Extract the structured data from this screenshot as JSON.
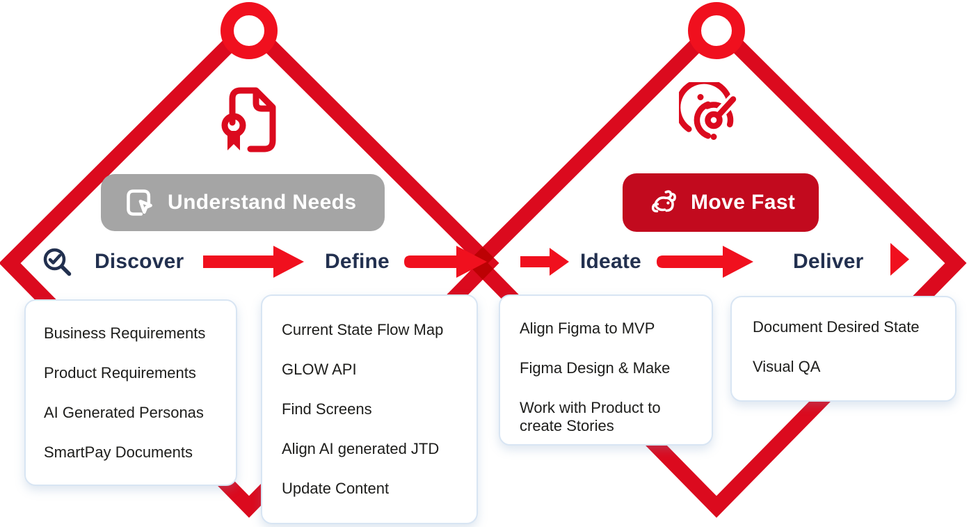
{
  "colors": {
    "red": "#DB0A1E",
    "red_bright": "#F0101E",
    "red_pill": "#C20A1E",
    "gray_pill": "#A5A5A5",
    "navy": "#22304F",
    "card_border": "#D8E5F3",
    "text_dark": "#1D1D1B"
  },
  "left_diamond": {
    "icon": "certificate-document-icon",
    "badge": {
      "icon": "click-select-icon",
      "label": "Understand Needs"
    }
  },
  "right_diamond": {
    "icon": "radar-icon",
    "badge": {
      "icon": "rabbit-icon",
      "label": "Move Fast"
    }
  },
  "stages": [
    {
      "label": "Discover",
      "icon": "search-check-icon"
    },
    {
      "label": "Define"
    },
    {
      "label": "Ideate"
    },
    {
      "label": "Deliver"
    }
  ],
  "cards": [
    {
      "items": [
        "Business Requirements",
        "Product Requirements",
        "AI Generated Personas",
        "SmartPay Documents"
      ]
    },
    {
      "items": [
        "Current State Flow Map",
        "GLOW API",
        "Find Screens",
        "Align AI generated JTD",
        "Update Content"
      ]
    },
    {
      "items": [
        "Align Figma to MVP",
        "Figma Design & Make",
        "Work with Product to create Stories"
      ]
    },
    {
      "items": [
        "Document Desired State",
        "Visual QA"
      ]
    }
  ]
}
